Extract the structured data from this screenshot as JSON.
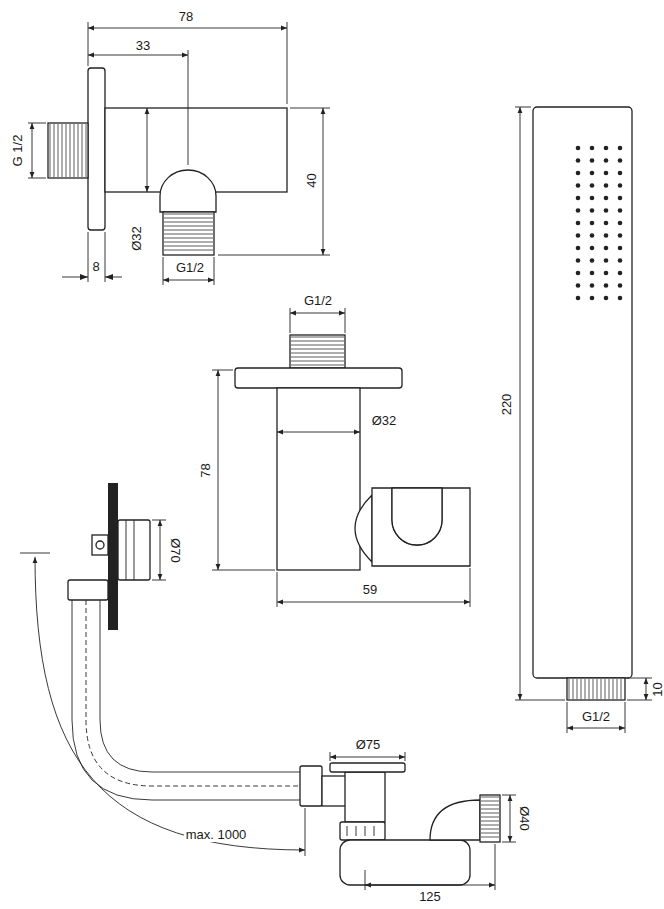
{
  "diagram": {
    "labels": [
      "78",
      "33",
      "G 1/2",
      "40",
      "Ø32",
      "8",
      "G1/2",
      "G1/2",
      "Ø32",
      "78",
      "59",
      "220",
      "Ø70",
      "10",
      "G1/2",
      "Ø75",
      "max. 1000",
      "Ø40",
      "125"
    ]
  }
}
